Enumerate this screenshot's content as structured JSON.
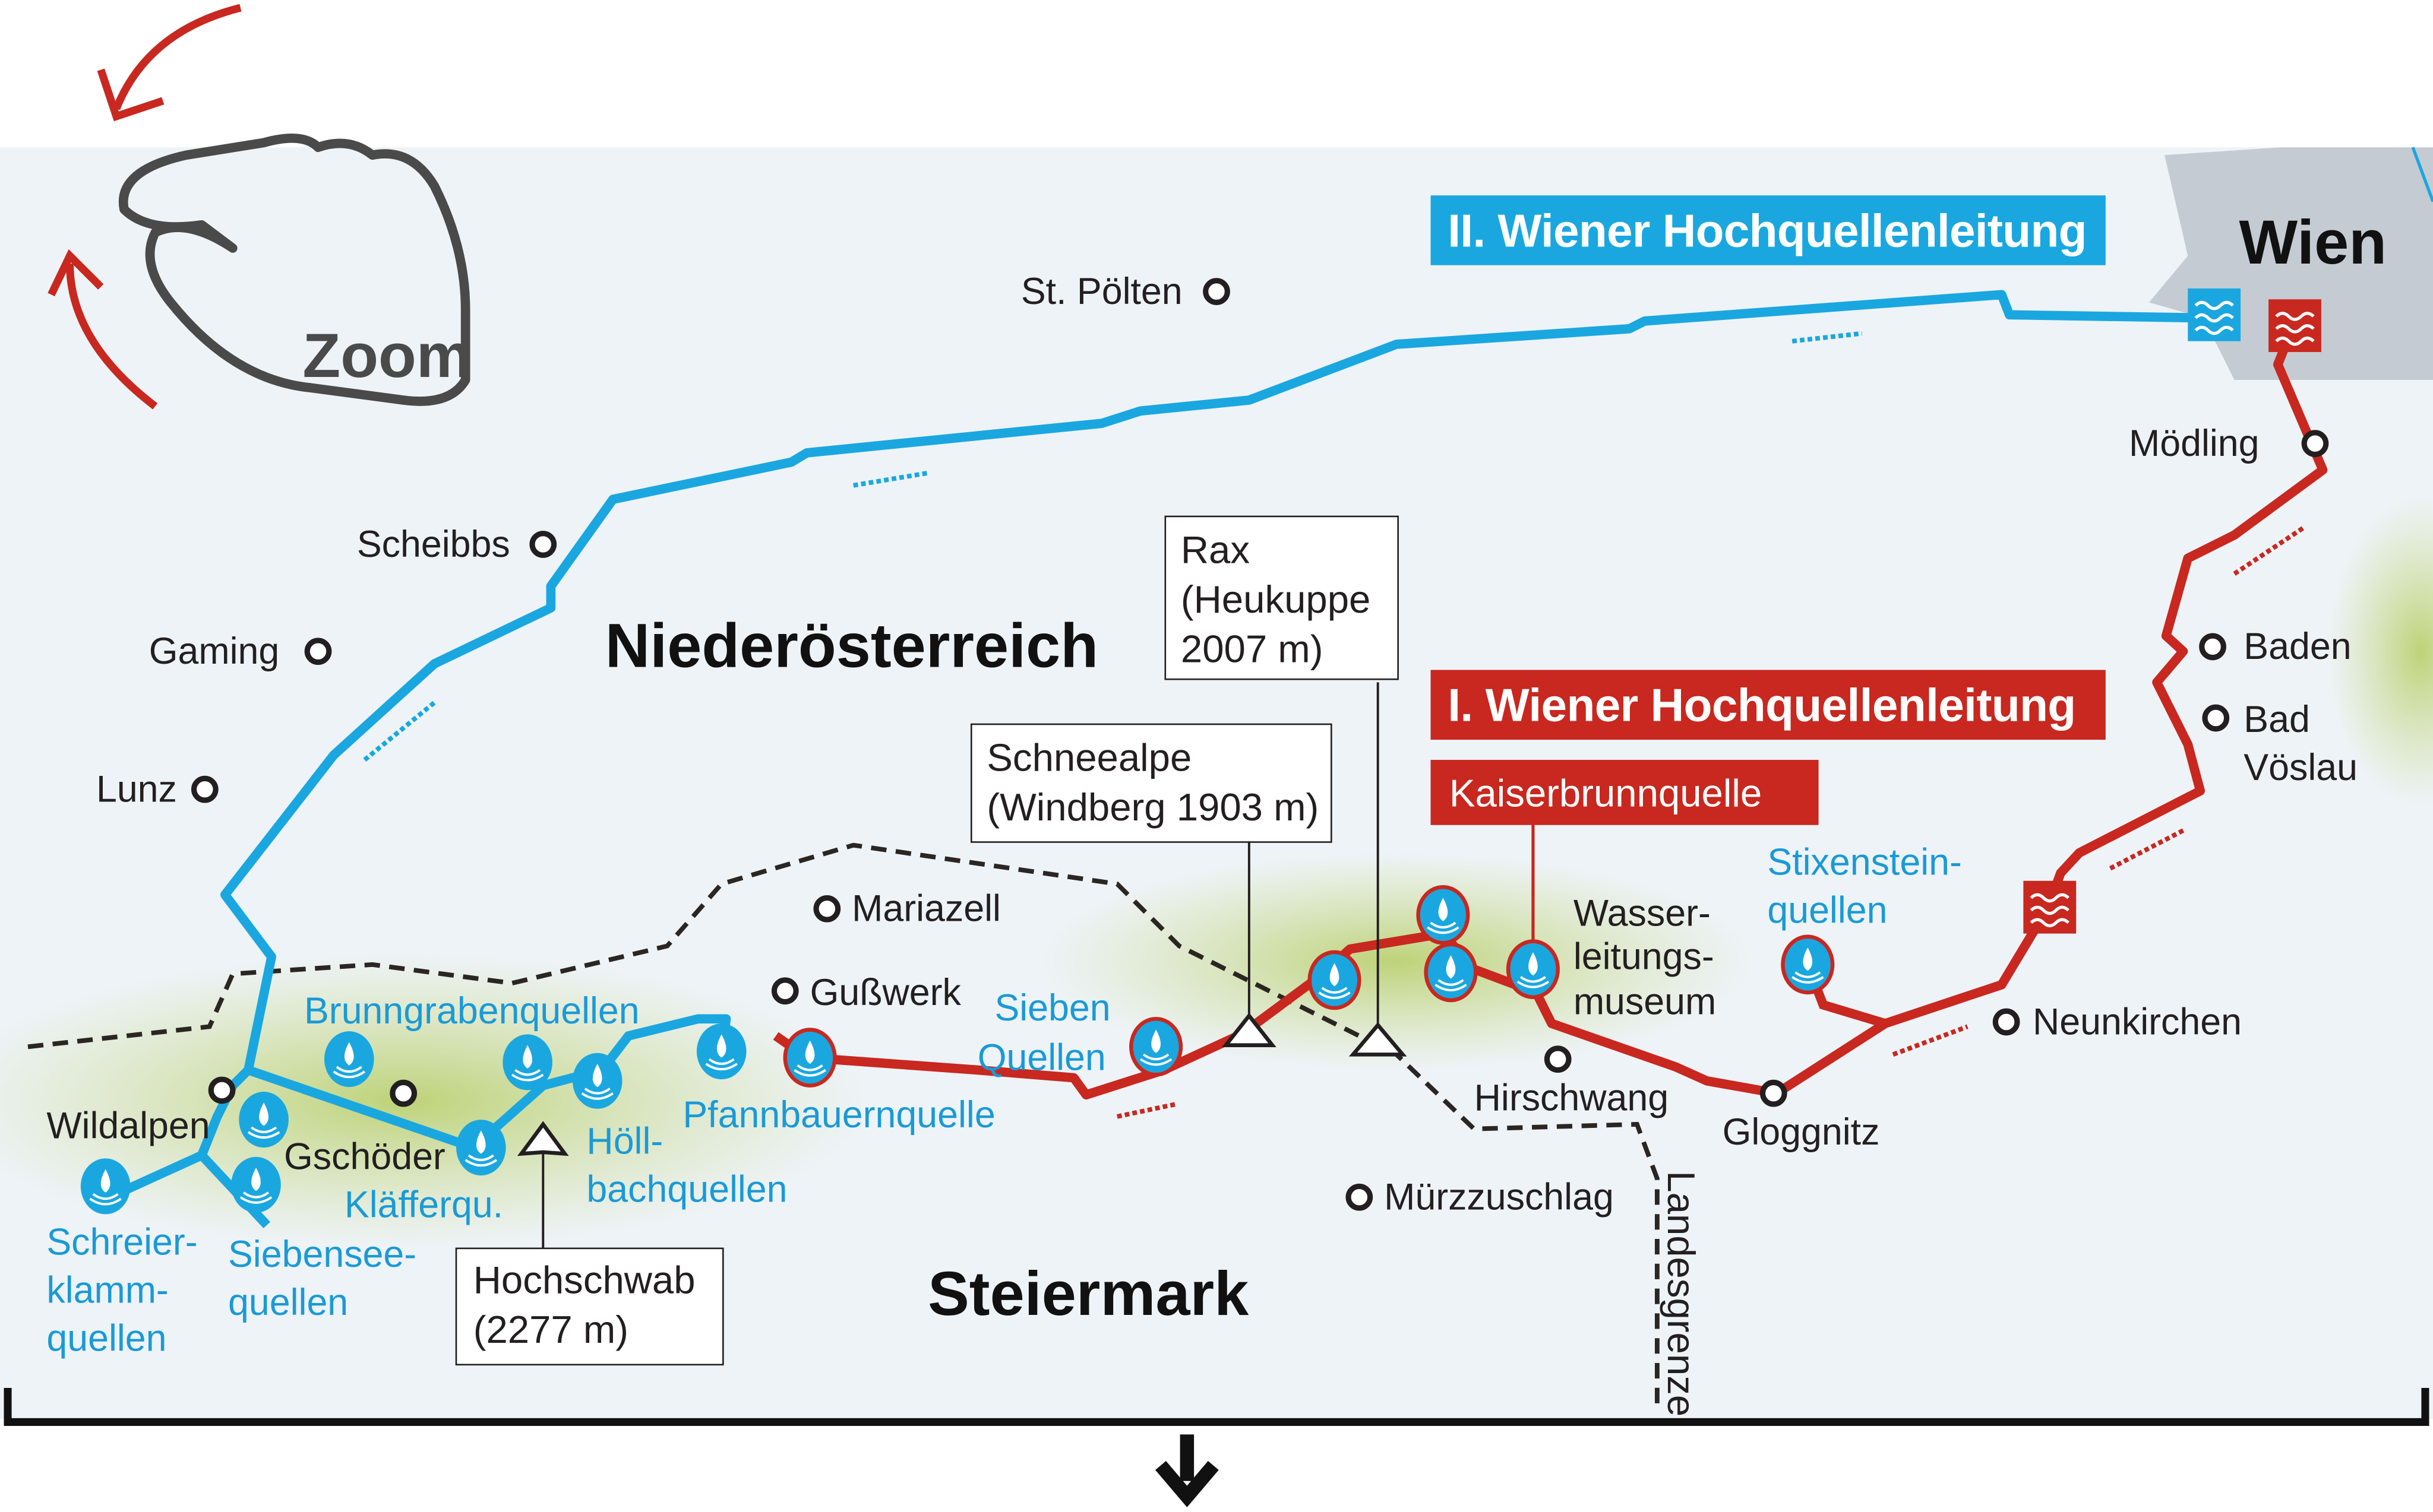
{
  "gesture": {
    "label": "Zoom"
  },
  "capital": {
    "label": "Wien"
  },
  "regions": {
    "north": "Niederösterreich",
    "south": "Steiermark"
  },
  "lines": {
    "second": {
      "label": "II. Wiener Hochquellenleitung",
      "color": "#1aa7e0"
    },
    "first": {
      "label": "I. Wiener Hochquellenleitung",
      "color": "#c8281f"
    },
    "kaiserbrunn": "Kaiserbrunnquelle"
  },
  "cities": {
    "st_poelten": "St. Pölten",
    "moedling": "Mödling",
    "scheibbs": "Scheibbs",
    "gaming": "Gaming",
    "lunz": "Lunz",
    "baden": "Baden",
    "bad": "Bad",
    "voeslau": "Vöslau",
    "mariazell": "Mariazell",
    "gusswerk": "Gußwerk",
    "wildalpen": "Wildalpen",
    "gschoeder": "Gschöder",
    "neunkirchen": "Neunkirchen",
    "hirschwang": "Hirschwang",
    "gloggnitz": "Gloggnitz",
    "muerzzuschlag": "Mürzzuschlag"
  },
  "springs": {
    "brunngraben": "Brunngrabenquellen",
    "sieben_1": "Sieben",
    "sieben_2": "Quellen",
    "pfannbauer": "Pfannbauernquelle",
    "hoell_1": "Höll-",
    "hoell_2": "bachquellen",
    "klaeffer": "Kläfferqu.",
    "schreier_1": "Schreier-",
    "schreier_2": "klamm-",
    "schreier_3": "quellen",
    "siebensee_1": "Siebensee-",
    "siebensee_2": "quellen",
    "stixen_1": "Stixenstein-",
    "stixen_2": "quellen"
  },
  "museum": {
    "l1": "Wasser-",
    "l2": "leitungs-",
    "l3": "museum"
  },
  "peaks": {
    "rax": {
      "l1": "Rax",
      "l2": "(Heukuppe",
      "l3": "2007 m)"
    },
    "schneealpe": {
      "l1": "Schneealpe",
      "l2": "(Windberg 1903 m)"
    },
    "hochschwab": {
      "l1": "Hochschwab",
      "l2": "(2277 m)"
    }
  },
  "border": {
    "label": "Landesgrenze"
  }
}
